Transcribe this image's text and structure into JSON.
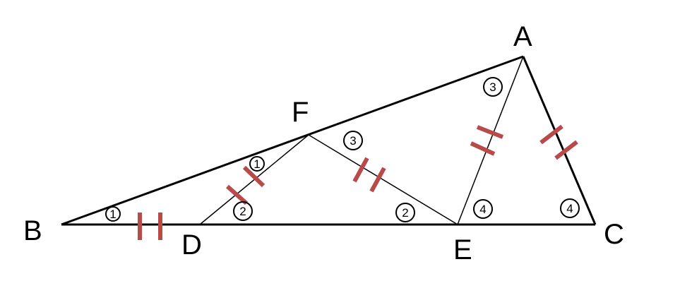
{
  "diagram": {
    "points": {
      "A": "A",
      "B": "B",
      "C": "C",
      "D": "D",
      "E": "E",
      "F": "F"
    },
    "angle_marks": {
      "B": "1",
      "F_BFD": "1",
      "D": "2",
      "E_FED": "2",
      "F_EFD": "3",
      "A": "3",
      "E_AEC": "4",
      "C": "4"
    },
    "colors": {
      "line": "#000000",
      "tick": "#b84a4a",
      "background": "#ffffff"
    }
  }
}
